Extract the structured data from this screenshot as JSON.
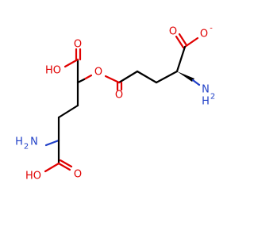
{
  "colors": {
    "oxygen": "#e00000",
    "nitrogen": "#1f3fc7",
    "carbon": "#000000",
    "background": "#ffffff"
  },
  "atoms": {
    "o_carboxylate_dbl": "O",
    "o_carboxylate_neg": "O",
    "charge_neg": "-",
    "n_alpha_right": "N",
    "h2_alpha_right": "H",
    "h2_alpha_right_b": "H",
    "o_ester_link": "O",
    "o_ester_carbonyl": "O",
    "o_cooh_top_dbl": "O",
    "o_cooh_top_oh": "HO",
    "n_amino_left": "H",
    "n_amino_left_n": "N",
    "o_cooh_bottom_oh": "HO",
    "o_cooh_bottom_dbl": "O"
  }
}
